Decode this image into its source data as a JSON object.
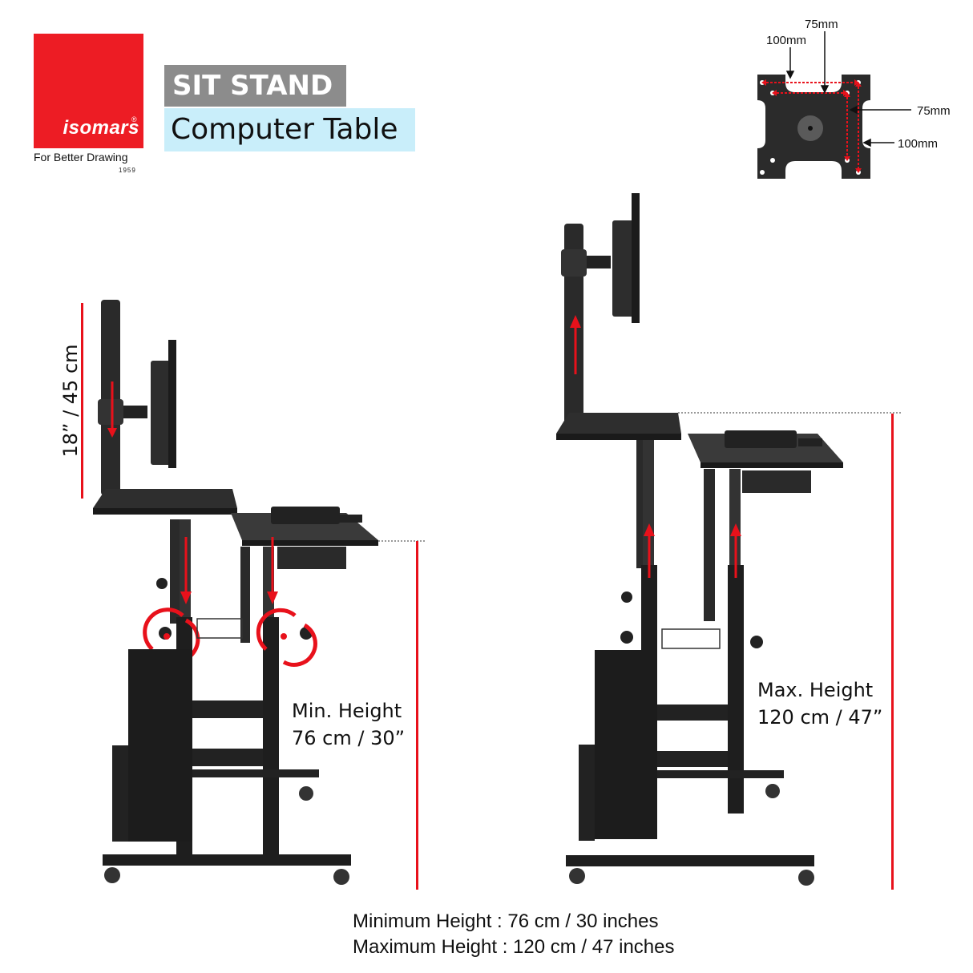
{
  "brand": {
    "name": "isomars",
    "registered_mark": "®",
    "tagline": "For Better Drawing",
    "year": "1959",
    "color": "#ed1c24"
  },
  "title": {
    "line1": "SIT STAND",
    "line2": "Computer Table",
    "line1_bg": "#8c8c8c",
    "line2_bg": "#c9eefa"
  },
  "vesa": {
    "labels": {
      "top_outer": "100mm",
      "top_inner": "75mm",
      "side_inner": "75mm",
      "side_outer": "100mm"
    },
    "plate_color": "#2b2b2b",
    "arrow_color": "#e8111b"
  },
  "monitor_pole": {
    "adjust_label": "18” / 45 cm"
  },
  "left_table": {
    "label_line1": "Min. Height",
    "label_line2": "76 cm / 30”"
  },
  "right_table": {
    "label_line1": "Max. Height",
    "label_line2": "120 cm / 47”"
  },
  "footer": {
    "min_line": "Minimum Height : 76 cm / 30 inches",
    "max_line": "Maximum Height : 120 cm / 47 inches"
  },
  "accent_red": "#e8111b"
}
